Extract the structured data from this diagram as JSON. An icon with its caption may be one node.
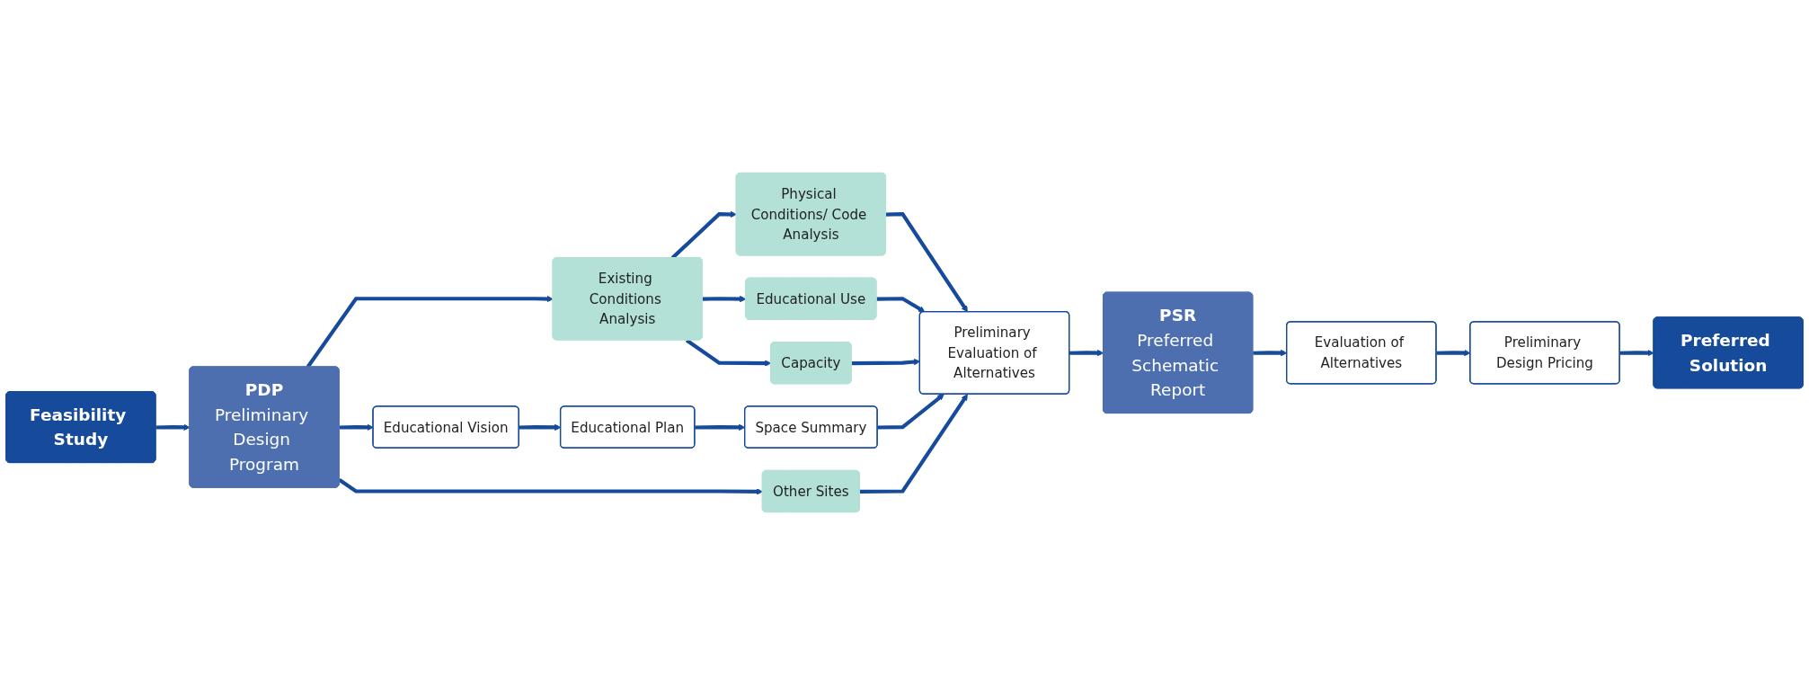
{
  "diagram": {
    "nodes": [
      {
        "text": [
          "Feasibility Study"
        ]
      },
      {
        "text": [
          "PDP",
          "Preliminary Design Program"
        ]
      },
      {
        "text": [
          "Existing Conditions Analysis"
        ]
      },
      {
        "text": [
          "Physical Conditions/ Code Analysis"
        ]
      },
      {
        "text": [
          "Educational Use"
        ]
      },
      {
        "text": [
          "Capacity"
        ]
      },
      {
        "text": [
          "Educational Vision"
        ]
      },
      {
        "text": [
          "Educational Plan"
        ]
      },
      {
        "text": [
          "Space Summary"
        ]
      },
      {
        "text": [
          "Other Sites"
        ]
      },
      {
        "text": [
          "Preliminary Evaluation of Alternatives"
        ]
      },
      {
        "text": [
          "PSR",
          "Preferred Schematic Report"
        ]
      },
      {
        "text": [
          "Evaluation of Alternatives"
        ]
      },
      {
        "text": [
          "Preliminary Design Pricing"
        ]
      },
      {
        "text": [
          "Preferred Solution"
        ]
      }
    ],
    "edges": [
      {
        "from": 0,
        "to": 1,
        "arrow": "to"
      },
      {
        "from": 1,
        "to": 2,
        "arrow": "to"
      },
      {
        "from": 1,
        "to": 6,
        "arrow": "to"
      },
      {
        "from": 1,
        "to": 9,
        "arrow": "to"
      },
      {
        "from": 2,
        "to": 3,
        "arrow": "to"
      },
      {
        "from": 2,
        "to": 4,
        "arrow": "to"
      },
      {
        "from": 2,
        "to": 5,
        "arrow": "to"
      },
      {
        "from": 3,
        "to": 10,
        "arrow": "to"
      },
      {
        "from": 4,
        "to": 10,
        "arrow": "to"
      },
      {
        "from": 5,
        "to": 10,
        "arrow": "to"
      },
      {
        "from": 6,
        "to": 7,
        "arrow": "to"
      },
      {
        "from": 7,
        "to": 8,
        "arrow": "to"
      },
      {
        "from": 8,
        "to": 10,
        "arrow": "to"
      },
      {
        "from": 9,
        "to": 10,
        "arrow": "to"
      },
      {
        "from": 10,
        "to": 11,
        "arrow": "to"
      },
      {
        "from": 11,
        "to": 12,
        "arrow": "to"
      },
      {
        "from": 12,
        "to": 13,
        "arrow": "to"
      },
      {
        "from": 13,
        "to": 14,
        "arrow": "to"
      }
    ]
  }
}
